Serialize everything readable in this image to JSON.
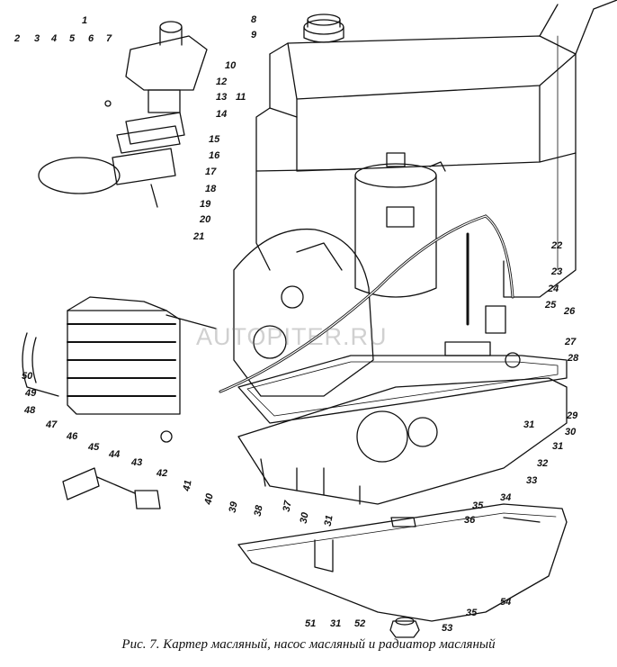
{
  "caption": "Рис. 7. Картер масляный, насос масляный и радиатор масляный",
  "watermark": "AUTOPITER.RU",
  "callouts": [
    "1",
    "2",
    "3",
    "4",
    "5",
    "6",
    "7",
    "8",
    "9",
    "10",
    "11",
    "12",
    "13",
    "14",
    "15",
    "16",
    "17",
    "18",
    "19",
    "20",
    "21",
    "22",
    "23",
    "24",
    "25",
    "26",
    "27",
    "28",
    "29",
    "30",
    "31",
    "32",
    "33",
    "34",
    "35",
    "36",
    "37",
    "38",
    "39",
    "40",
    "41",
    "42",
    "43",
    "44",
    "45",
    "46",
    "47",
    "48",
    "49",
    "50",
    "51",
    "52",
    "53",
    "54"
  ],
  "extra_callouts": [
    "30",
    "31",
    "31",
    "35",
    "31"
  ]
}
